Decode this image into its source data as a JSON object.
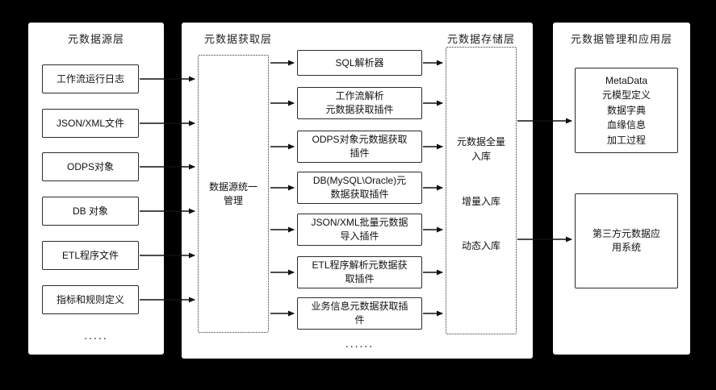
{
  "diagram": {
    "source_layer": {
      "title": "元数据源层",
      "items": [
        "工作流运行日志",
        "JSON/XML文件",
        "ODPS对象",
        "DB 对象",
        "ETL程序文件",
        "指标和规则定义"
      ],
      "ellipsis": "....."
    },
    "acquisition_layer": {
      "title": "元数据获取层",
      "manager": "数据源统一\n管理",
      "plugins": [
        "SQL解析器",
        "工作流解析\n元数据获取插件",
        "ODPS对象元数据获取\n插件",
        "DB(MySQL\\Oracle)元\n数据获取插件",
        "JSON/XML批量元数据\n导入插件",
        "ETL程序解析元数据获\n取插件",
        "业务信息元数据获取插\n件"
      ],
      "ellipsis": "......"
    },
    "storage_layer": {
      "title": "元数据存储层",
      "items": [
        "元数据全量\n入库",
        "增量入库",
        "动态入库"
      ]
    },
    "application_layer": {
      "title": "元数据管理和应用层",
      "metadata_box": "MetaData\n元模型定义\n数据字典\n血缘信息\n加工过程",
      "third_party_box": "第三方元数据应\n用系统"
    }
  },
  "colors": {
    "background": "#000000",
    "panel": "#ffffff",
    "line": "#1a1a1a",
    "text": "#111111"
  }
}
